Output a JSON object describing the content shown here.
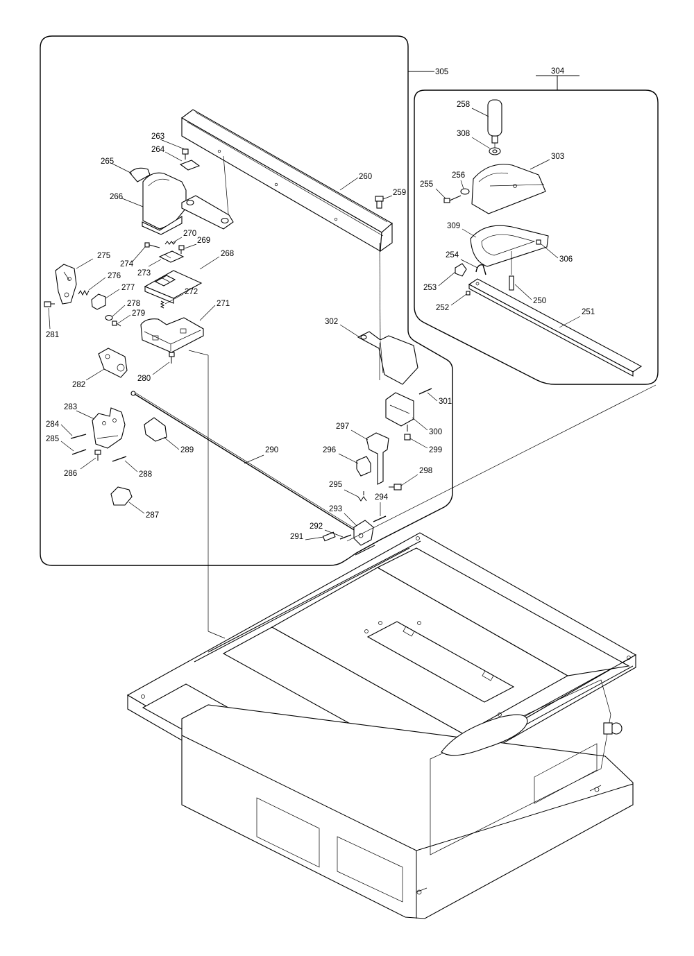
{
  "diagram": {
    "assembly_labels": [
      "305",
      "304"
    ],
    "part_numbers": {
      "p250": "250",
      "p251": "251",
      "p252": "252",
      "p253": "253",
      "p254": "254",
      "p255": "255",
      "p256": "256",
      "p258": "258",
      "p259": "259",
      "p260": "260",
      "p263": "263",
      "p264": "264",
      "p265": "265",
      "p266": "266",
      "p268": "268",
      "p269": "269",
      "p270": "270",
      "p271": "271",
      "p272": "272",
      "p273": "273",
      "p274": "274",
      "p275": "275",
      "p276": "276",
      "p277": "277",
      "p278": "278",
      "p279": "279",
      "p280": "280",
      "p281": "281",
      "p282": "282",
      "p283": "283",
      "p284": "284",
      "p285": "285",
      "p286": "286",
      "p287": "287",
      "p288": "288",
      "p289": "289",
      "p290": "290",
      "p291": "291",
      "p292": "292",
      "p293": "293",
      "p294": "294",
      "p295": "295",
      "p296": "296",
      "p297": "297",
      "p298": "298",
      "p299": "299",
      "p300": "300",
      "p301": "301",
      "p302": "302",
      "p303": "303",
      "p306": "306",
      "p308": "308",
      "p309": "309"
    }
  }
}
